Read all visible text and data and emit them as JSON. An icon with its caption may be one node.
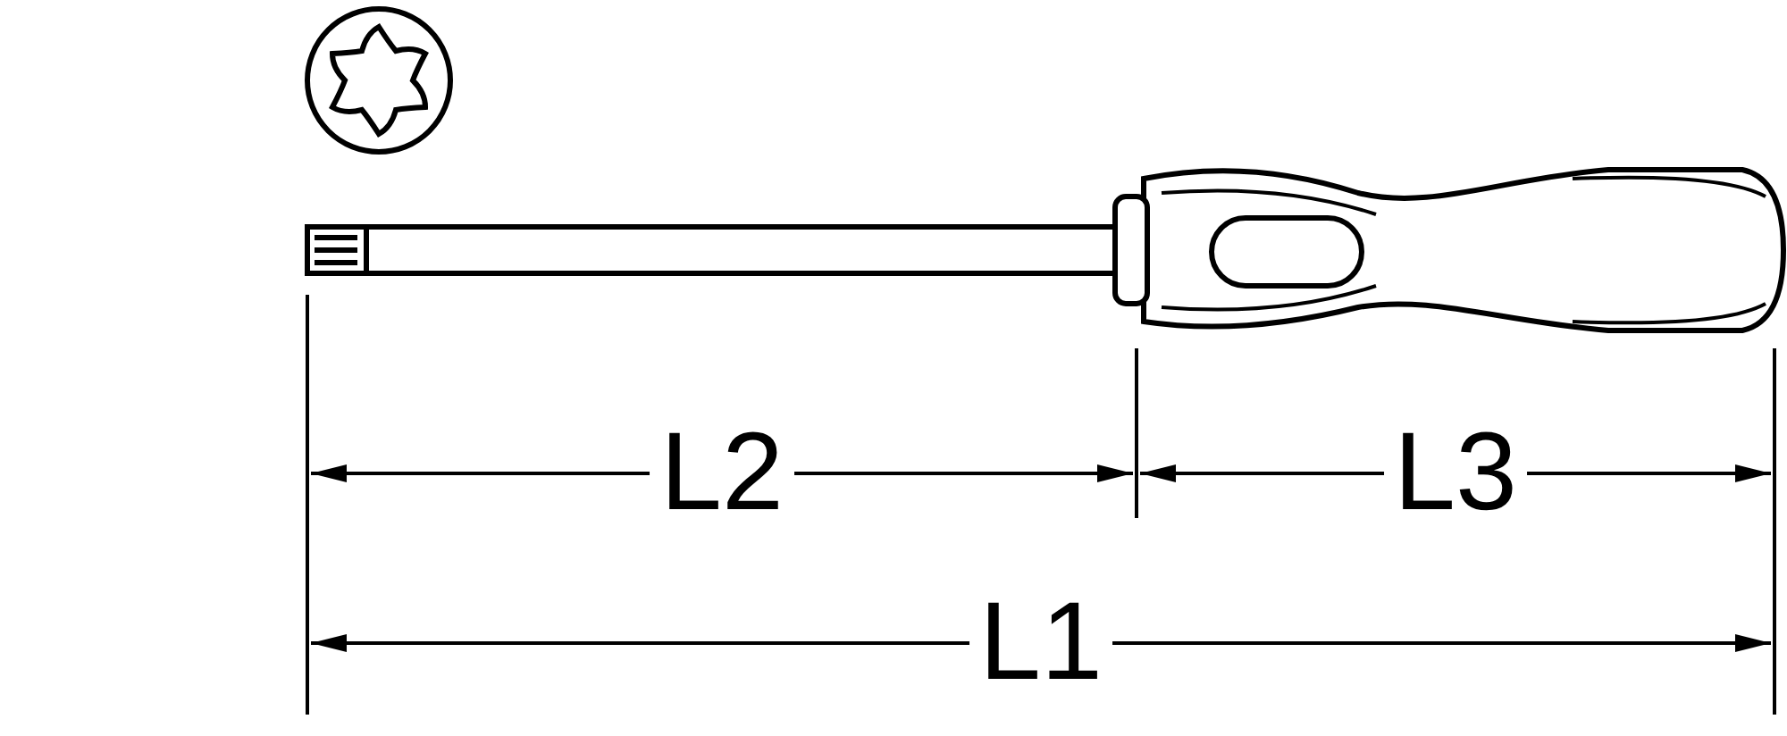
{
  "diagram": {
    "labels": [
      "L2",
      "L3",
      "L1"
    ]
  }
}
